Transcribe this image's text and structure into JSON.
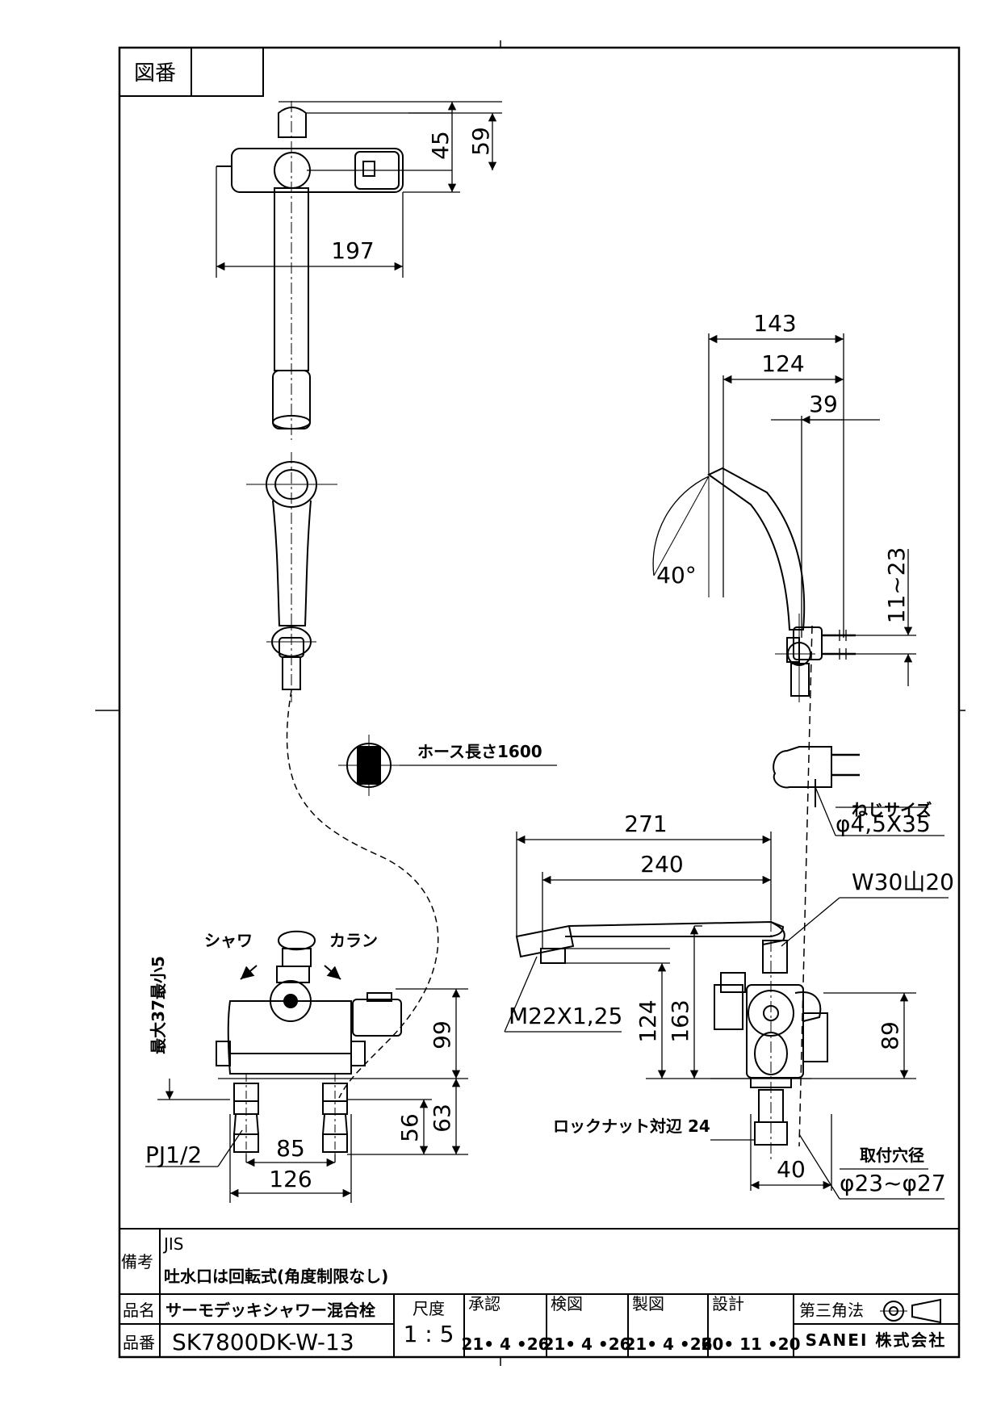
{
  "drawing": {
    "figure_no_label": "図番",
    "figure_no_value": ""
  },
  "dimensions": {
    "d45": "45",
    "d59": "59",
    "d197": "197",
    "d143": "143",
    "d124_top": "124",
    "d39": "39",
    "d11_23": "11~23",
    "d40deg": "40°",
    "d271": "271",
    "d240": "240",
    "d99": "99",
    "d56": "56",
    "d63": "63",
    "d85": "85",
    "d126": "126",
    "d124_side": "124",
    "d163": "163",
    "d89": "89",
    "d40": "40"
  },
  "labels": {
    "hose_length": "ホース長さ1600",
    "screw_size_title": "ねじサイズ",
    "screw_size_value": "φ4,5X35",
    "w_thread": "W30山20",
    "m22": "M22X1,25",
    "pj": "PJ1/2",
    "shower": "シャワ",
    "faucet": "カラン",
    "max_min": "最大37最小5",
    "locknut": "ロックナット対辺 24",
    "mount_hole_title": "取付穴径",
    "mount_hole_value": "φ23~φ27"
  },
  "notes": {
    "label": "備考",
    "line1": "JIS",
    "line2": "吐水口は回転式(角度制限なし)"
  },
  "title_block": {
    "product_name_label": "品名",
    "product_name": "サーモデッキシャワー混合栓",
    "product_no_label": "品番",
    "product_no": "SK7800DK-W-13",
    "scale_label": "尺度",
    "scale": "1 : 5",
    "approved_label": "承認",
    "approved_date": "21• 4 •26",
    "checked_label": "検図",
    "checked_date": "21• 4 •26",
    "drawn_label": "製図",
    "drawn_date": "21• 4 •26",
    "design_label": "設計",
    "design_date": "20• 11 •20",
    "projection": "第三角法",
    "company": "SANEI 株式会社"
  }
}
